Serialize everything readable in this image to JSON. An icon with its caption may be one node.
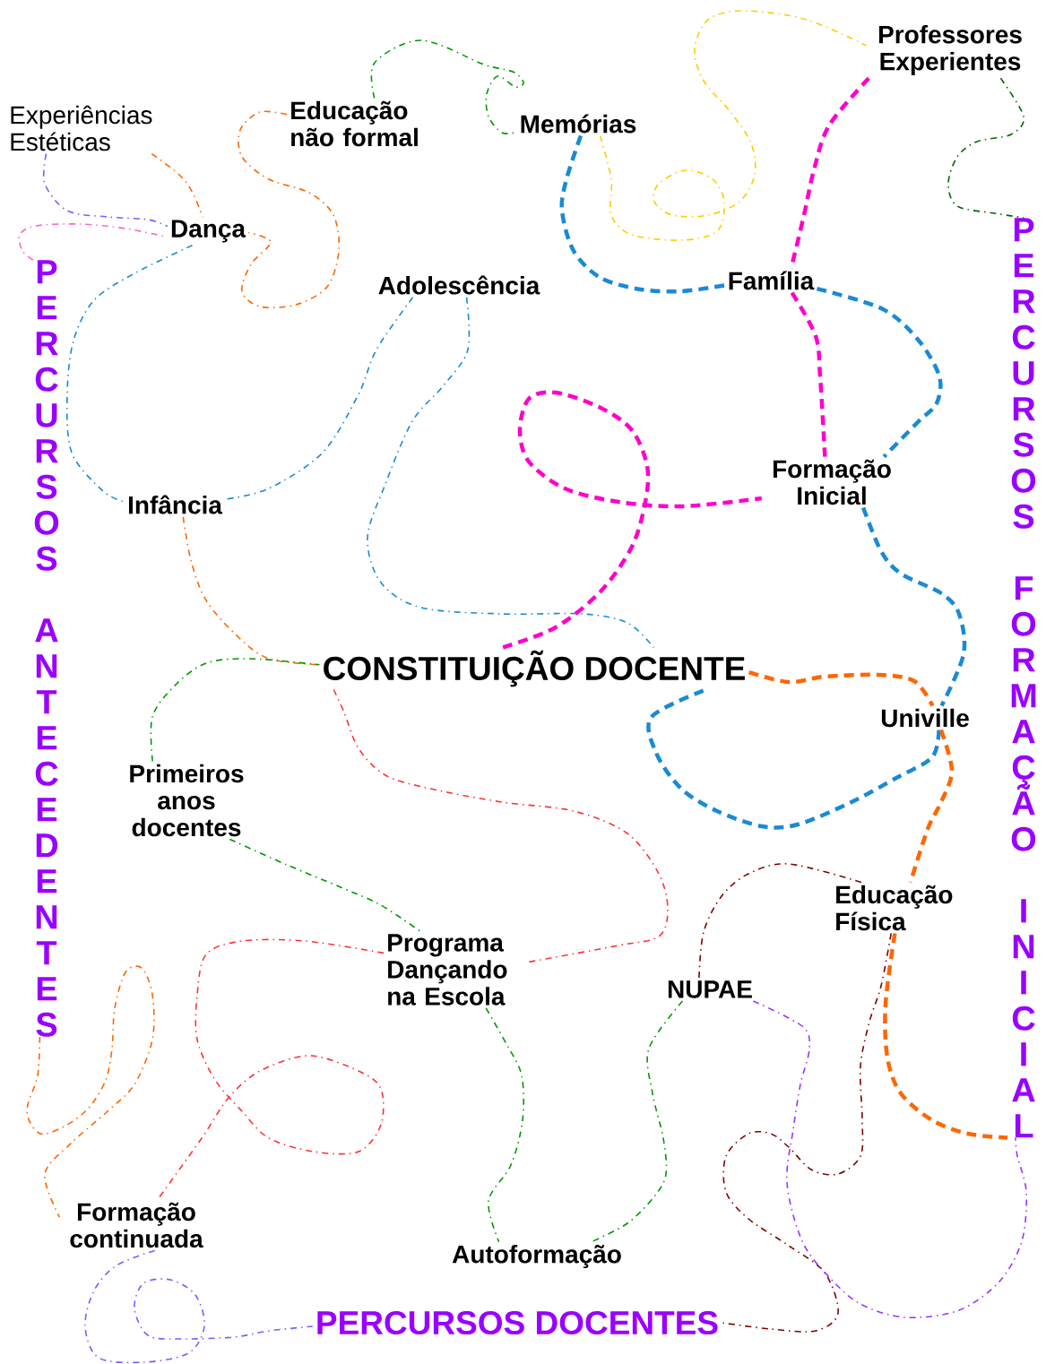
{
  "diagram": {
    "nodes": [
      {
        "text": [
          "Experiências Estéticas"
        ]
      },
      {
        "text": [
          "Educação não formal"
        ]
      },
      {
        "text": [
          "Professores Experientes"
        ]
      },
      {
        "text": [
          "Memórias"
        ]
      },
      {
        "text": [
          "Dança"
        ]
      },
      {
        "text": [
          "Adolescência"
        ]
      },
      {
        "text": [
          "Família"
        ]
      },
      {
        "text": [
          "Formação Inicial"
        ]
      },
      {
        "text": [
          "Infância"
        ]
      },
      {
        "text": [
          "CONSTITUIÇÃO DOCENTE"
        ]
      },
      {
        "text": [
          "Univille"
        ]
      },
      {
        "text": [
          "Primeiros anos docentes"
        ]
      },
      {
        "text": [
          "Educação Física"
        ]
      },
      {
        "text": [
          "Programa Dançando na Escola"
        ]
      },
      {
        "text": [
          "NUPAE"
        ]
      },
      {
        "text": [
          "Formação continuada"
        ]
      },
      {
        "text": [
          "Autoformação"
        ]
      },
      {
        "text": [
          "PERCURSOS ANTECEDENTES"
        ]
      },
      {
        "text": [
          "PERCURSOS FORMAÇÃO INICIAL"
        ]
      },
      {
        "text": [
          "PERCURSOS DOCENTES"
        ]
      }
    ],
    "edges": [
      {
        "from": 0,
        "to": 4,
        "arrow": "none",
        "color": "#6666ff"
      },
      {
        "from": 0,
        "to": 4,
        "arrow": "none",
        "color": "#ff6600"
      },
      {
        "from": 1,
        "to": 4,
        "arrow": "none",
        "color": "#ff6600"
      },
      {
        "from": 17,
        "to": 4,
        "arrow": "none",
        "color": "#ff66cc"
      },
      {
        "from": 4,
        "to": 8,
        "arrow": "none",
        "color": "#1a8ad4"
      },
      {
        "from": 5,
        "to": 8,
        "arrow": "none",
        "color": "#1a8ad4"
      },
      {
        "from": 5,
        "to": 9,
        "arrow": "none",
        "color": "#1a8ad4"
      },
      {
        "from": 8,
        "to": 9,
        "arrow": "none",
        "color": "#ff6600"
      },
      {
        "from": 1,
        "to": 3,
        "arrow": "none",
        "color": "#009900"
      },
      {
        "from": 3,
        "to": 2,
        "arrow": "none",
        "color": "#ffcc00"
      },
      {
        "from": 3,
        "to": 6,
        "arrow": "none",
        "style": "dashed",
        "color": "#1a8ad4"
      },
      {
        "from": 2,
        "to": 6,
        "arrow": "none",
        "style": "dashed",
        "color": "#ff00cc"
      },
      {
        "from": 6,
        "to": 7,
        "arrow": "none",
        "style": "dashed",
        "color": "#ff00cc"
      },
      {
        "from": 6,
        "to": 7,
        "arrow": "none",
        "style": "dashed",
        "color": "#1a8ad4"
      },
      {
        "from": 9,
        "to": 7,
        "arrow": "none",
        "style": "dashed",
        "color": "#ff00cc"
      },
      {
        "from": 7,
        "to": 10,
        "arrow": "none",
        "style": "dashed",
        "color": "#1a8ad4"
      },
      {
        "from": 10,
        "to": 9,
        "arrow": "none",
        "style": "dashed",
        "color": "#1a8ad4"
      },
      {
        "from": 9,
        "to": 10,
        "arrow": "none",
        "style": "dashed",
        "color": "#ff6600"
      },
      {
        "from": 10,
        "to": 12,
        "arrow": "none",
        "style": "dashed",
        "color": "#ff6600"
      },
      {
        "from": 12,
        "to": 18,
        "arrow": "none",
        "style": "dashed",
        "color": "#ff6600"
      },
      {
        "from": 2,
        "to": 18,
        "arrow": "none",
        "color": "#006600"
      },
      {
        "from": 11,
        "to": 9,
        "arrow": "none",
        "color": "#009900"
      },
      {
        "from": 11,
        "to": 13,
        "arrow": "none",
        "color": "#009900"
      },
      {
        "from": 9,
        "to": 13,
        "arrow": "none",
        "color": "#ff3333"
      },
      {
        "from": 13,
        "to": 15,
        "arrow": "none",
        "color": "#ff3333"
      },
      {
        "from": 17,
        "to": 15,
        "arrow": "none",
        "color": "#ff6600"
      },
      {
        "from": 13,
        "to": 16,
        "arrow": "none",
        "color": "#009900"
      },
      {
        "from": 14,
        "to": 16,
        "arrow": "none",
        "color": "#009900"
      },
      {
        "from": 14,
        "to": 12,
        "arrow": "none",
        "color": "#800000"
      },
      {
        "from": 12,
        "to": 19,
        "arrow": "none",
        "color": "#800000"
      },
      {
        "from": 14,
        "to": 18,
        "arrow": "none",
        "color": "#9933ff"
      },
      {
        "from": 15,
        "to": 19,
        "arrow": "none",
        "color": "#6666ff"
      }
    ]
  }
}
